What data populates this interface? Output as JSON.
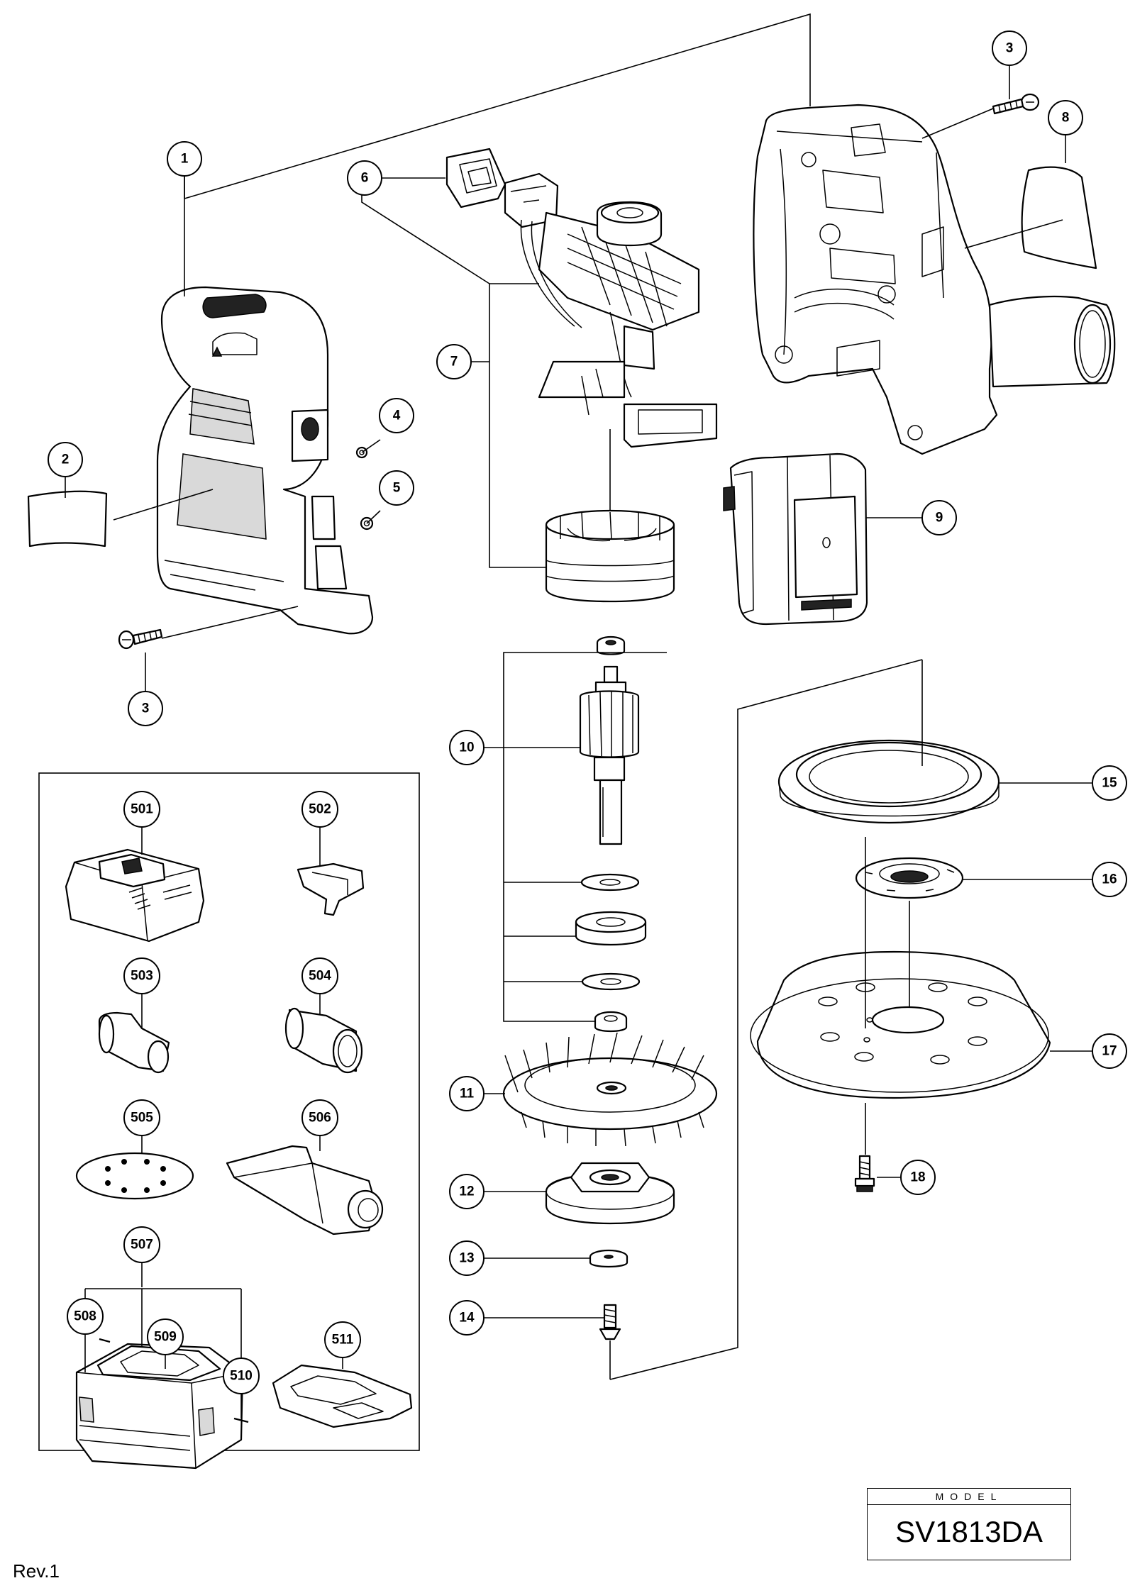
{
  "model": {
    "caption": "MODEL",
    "number": "SV1813DA"
  },
  "revision": "Rev.1",
  "callouts": [
    {
      "id": "c1",
      "label": "1"
    },
    {
      "id": "c2",
      "label": "2"
    },
    {
      "id": "c3a",
      "label": "3"
    },
    {
      "id": "c3b",
      "label": "3"
    },
    {
      "id": "c4",
      "label": "4"
    },
    {
      "id": "c5",
      "label": "5"
    },
    {
      "id": "c6",
      "label": "6"
    },
    {
      "id": "c7",
      "label": "7"
    },
    {
      "id": "c8",
      "label": "8"
    },
    {
      "id": "c9",
      "label": "9"
    },
    {
      "id": "c10",
      "label": "10"
    },
    {
      "id": "c11",
      "label": "11"
    },
    {
      "id": "c12",
      "label": "12"
    },
    {
      "id": "c13",
      "label": "13"
    },
    {
      "id": "c14",
      "label": "14"
    },
    {
      "id": "c15",
      "label": "15"
    },
    {
      "id": "c16",
      "label": "16"
    },
    {
      "id": "c17",
      "label": "17"
    },
    {
      "id": "c18",
      "label": "18"
    },
    {
      "id": "c501",
      "label": "501"
    },
    {
      "id": "c502",
      "label": "502"
    },
    {
      "id": "c503",
      "label": "503"
    },
    {
      "id": "c504",
      "label": "504"
    },
    {
      "id": "c505",
      "label": "505"
    },
    {
      "id": "c506",
      "label": "506"
    },
    {
      "id": "c507",
      "label": "507"
    },
    {
      "id": "c508",
      "label": "508"
    },
    {
      "id": "c509",
      "label": "509"
    },
    {
      "id": "c510",
      "label": "510"
    },
    {
      "id": "c511",
      "label": "511"
    }
  ]
}
